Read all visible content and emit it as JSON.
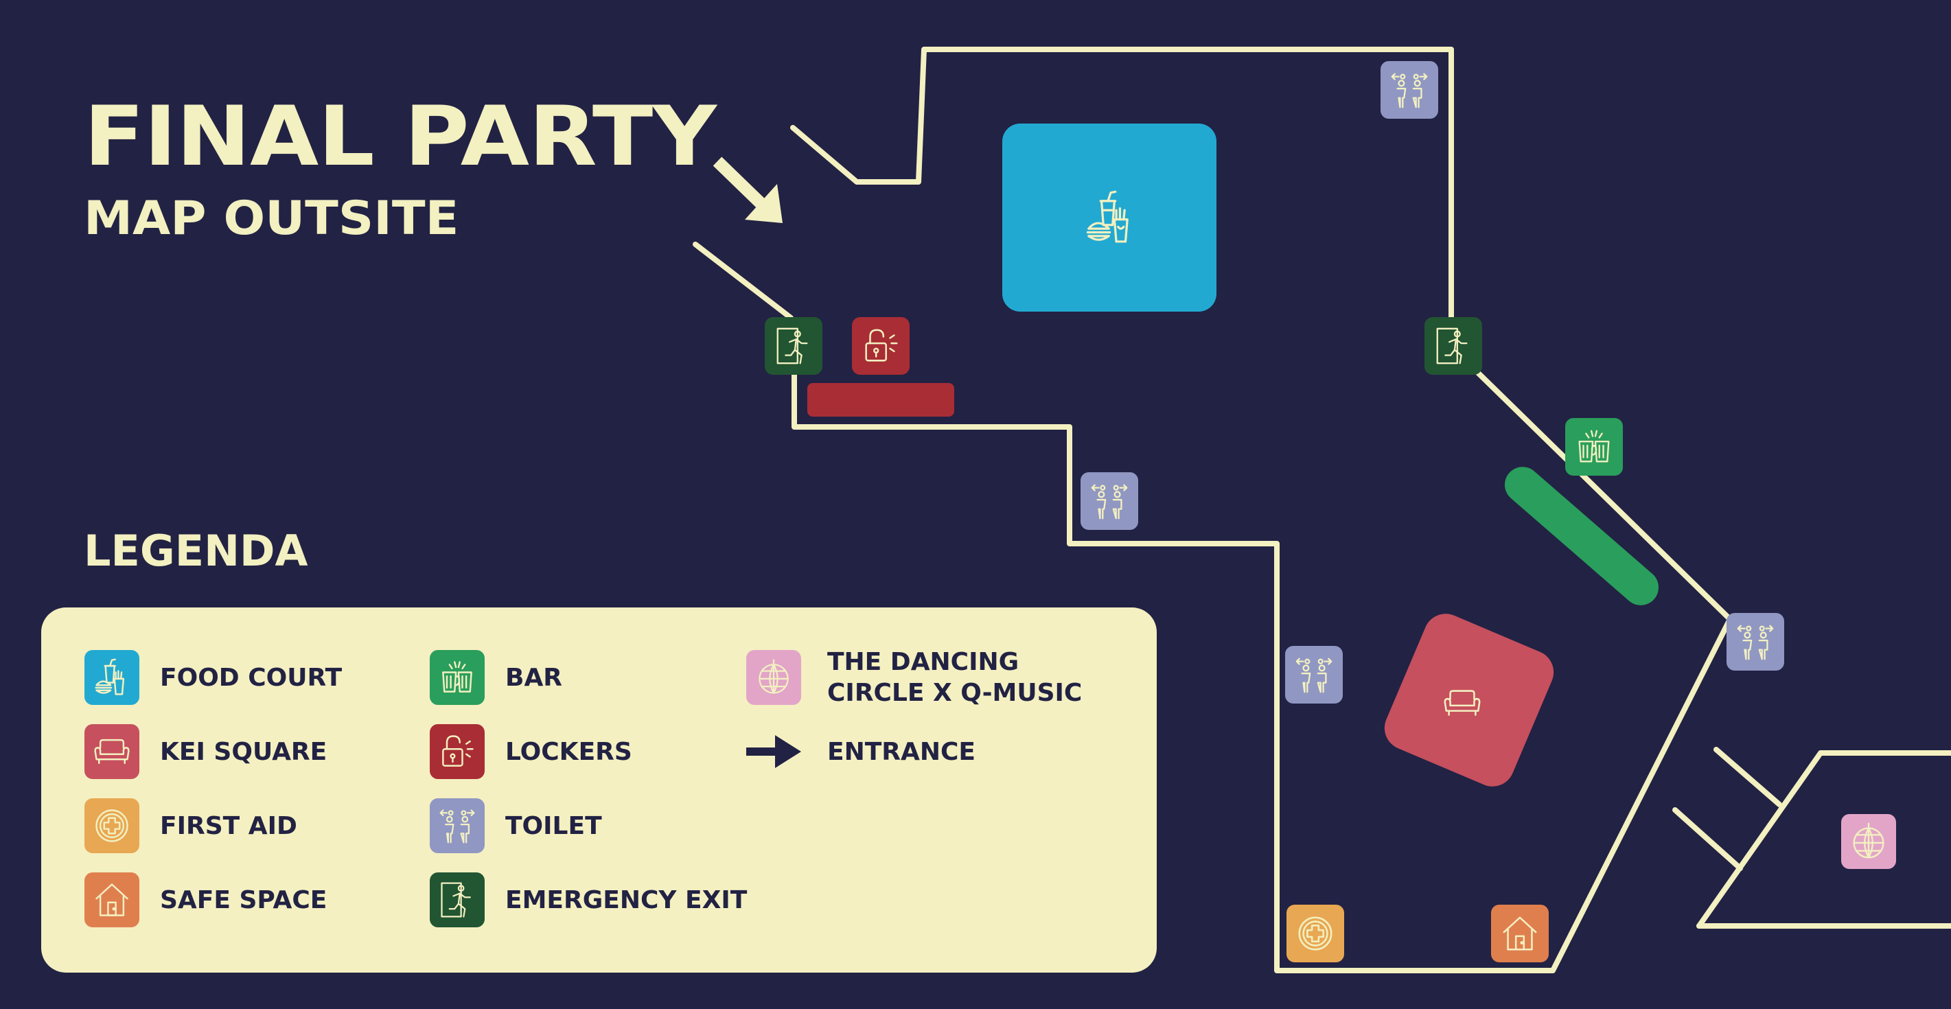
{
  "header": {
    "title": "FINAL PARTY",
    "subtitle": "MAP OUTSITE"
  },
  "legend": {
    "title": "LEGENDA",
    "items": [
      {
        "label": "FOOD COURT",
        "icon": "food-court-icon",
        "color": "#22a9d1"
      },
      {
        "label": "KEI SQUARE",
        "icon": "sofa-icon",
        "color": "#c6505e"
      },
      {
        "label": "FIRST AID",
        "icon": "first-aid-icon",
        "color": "#e8a752"
      },
      {
        "label": "SAFE SPACE",
        "icon": "house-icon",
        "color": "#e07f4e"
      },
      {
        "label": "BAR",
        "icon": "beer-icon",
        "color": "#2a9e5c"
      },
      {
        "label": "LOCKERS",
        "icon": "lock-icon",
        "color": "#a92d35"
      },
      {
        "label": "TOILET",
        "icon": "toilet-icon",
        "color": "#9097c2"
      },
      {
        "label": "EMERGENCY EXIT",
        "icon": "emergency-exit-icon",
        "color": "#225532"
      },
      {
        "label_line1": "THE DANCING",
        "label_line2": "CIRCLE X Q-MUSIC",
        "icon": "disco-ball-icon",
        "color": "#e2a5c8"
      },
      {
        "label": "ENTRANCE",
        "icon": "arrow-icon",
        "color": "#222244"
      }
    ]
  },
  "colors": {
    "background": "#222244",
    "cream": "#f3f0c1",
    "food_court": "#22a9d1",
    "kei_square": "#c6505e",
    "first_aid": "#e8a752",
    "safe_space": "#e07f4e",
    "bar": "#2a9e5c",
    "lockers": "#a92d35",
    "toilet": "#9097c2",
    "emergency_exit": "#225532",
    "dancing_circle": "#e2a5c8"
  }
}
